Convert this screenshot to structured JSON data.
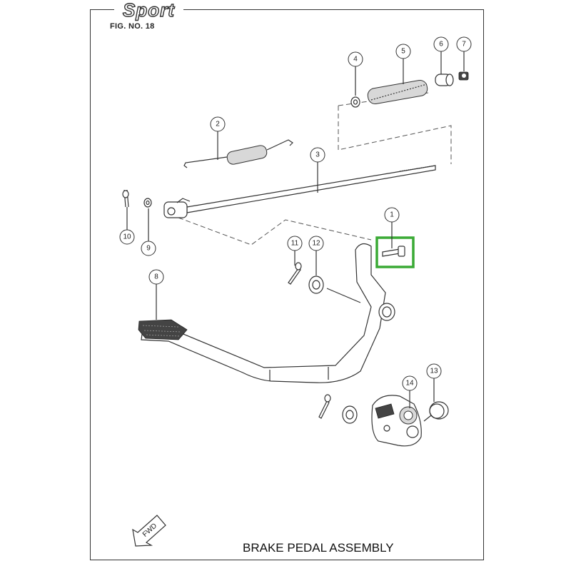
{
  "header": {
    "brand": "Sport",
    "fig_no": "FIG. NO. 18"
  },
  "title": "BRAKE PEDAL ASSEMBLY",
  "fwd_label": "FWD",
  "callouts": [
    "1",
    "2",
    "3",
    "4",
    "5",
    "6",
    "7",
    "8",
    "9",
    "10",
    "11",
    "12",
    "13",
    "14"
  ],
  "highlight_color": "#3aaa35"
}
